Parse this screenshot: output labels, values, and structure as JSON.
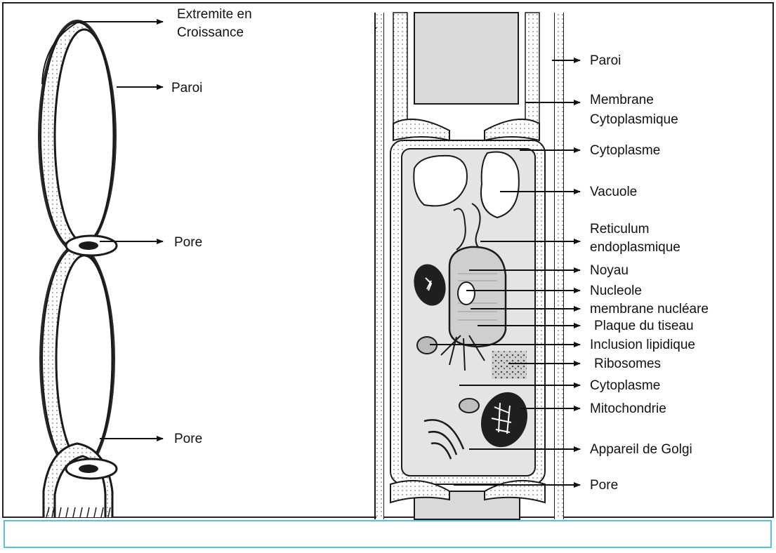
{
  "figure": {
    "left_panel": {
      "labels": {
        "tip_line1": "Extremite en",
        "tip_line2": "Croissance",
        "wall": "Paroi",
        "pore_upper": "Pore",
        "pore_lower": "Pore"
      }
    },
    "right_panel": {
      "labels": {
        "wall": "Paroi",
        "membrane_line1": "Membrane",
        "membrane_line2": "Cytoplasmique",
        "cytoplasm_top": "Cytoplasme",
        "vacuole": "Vacuole",
        "er_line1": "Reticulum",
        "er_line2": "endoplasmique",
        "nucleus": "Noyau",
        "nucleolus": "Nucleole",
        "nuclear_membrane": "membrane nucléare",
        "septum_plate": "Plaque du tiseau",
        "lipid_inclusion": "Inclusion lipidique",
        "ribosomes": "Ribosomes",
        "cytoplasm_bottom": "Cytoplasme",
        "mitochondrion": "Mitochondrie",
        "golgi": "Appareil de Golgi",
        "pore": "Pore"
      }
    },
    "colors": {
      "outline": "#1a1a1a",
      "wall_fill": "#ffffff",
      "cytoplasm_fill": "#d9d9d9",
      "cell_interior": "#e8e8e8",
      "frame": "#222222",
      "caption_border": "#5bc0de"
    }
  }
}
